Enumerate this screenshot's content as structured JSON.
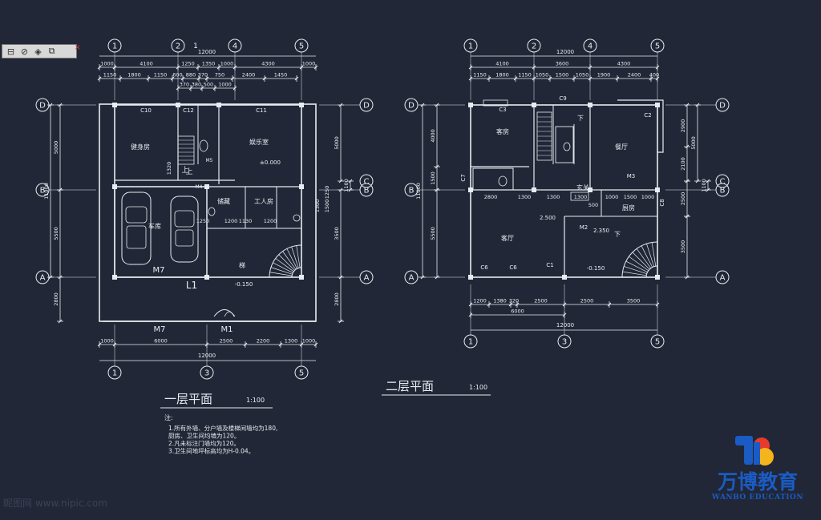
{
  "toolbar": {
    "icons": [
      "zoom-window-icon",
      "orbit-icon",
      "view-cube-icon",
      "layer-icon"
    ],
    "close_label": "×"
  },
  "plan1": {
    "title": "一层平面",
    "scale": "1:100",
    "axes_top": [
      "1",
      "2",
      "4",
      "5"
    ],
    "axis_half": "1",
    "axes_bottom": [
      "1",
      "3",
      "5"
    ],
    "axes_side": [
      "D",
      "C",
      "B",
      "A"
    ],
    "dims_total": "12000",
    "dims_top1": [
      "1000",
      "4100",
      "1250",
      "1350",
      "1000",
      "4300",
      "1000"
    ],
    "dims_top2": [
      "1150",
      "1800",
      "1150",
      "600",
      "880",
      "370",
      "750",
      "2400",
      "1450"
    ],
    "dims_top3": [
      "370",
      "380",
      "500",
      "1000"
    ],
    "dims_bottom": [
      "1000",
      "6000",
      "2500",
      "2200",
      "1300",
      "1000"
    ],
    "dims_left": [
      "5000",
      "11000",
      "5500",
      "2800"
    ],
    "dims_right": [
      "5000",
      "1100",
      "3500",
      "2800"
    ],
    "dims_inner": [
      "1320",
      "1250",
      "1200",
      "1130",
      "1200",
      "1300",
      "1250",
      "1500"
    ],
    "rooms": [
      "健身房",
      "娱乐室",
      "车库",
      "储藏",
      "工人房",
      "梯"
    ],
    "labels": [
      "C10",
      "C12",
      "C11",
      "M5",
      "M4",
      "M7",
      "M1",
      "L1",
      "上",
      "±0.000",
      "-0.150"
    ]
  },
  "plan2": {
    "title": "二层平面",
    "scale": "1:100",
    "axes_top": [
      "1",
      "2",
      "4",
      "5"
    ],
    "axes_bottom": [
      "1",
      "3",
      "5"
    ],
    "axes_side": [
      "D",
      "C",
      "B",
      "A"
    ],
    "dims_total": "12000",
    "dims_top1": [
      "4100",
      "3600",
      "4300"
    ],
    "dims_top2": [
      "1150",
      "1800",
      "1150",
      "1050",
      "1500",
      "1050",
      "1900",
      "2400",
      "400"
    ],
    "dims_bottom": [
      "1200",
      "1380",
      "320",
      "2500",
      "6000",
      "2500",
      "3500"
    ],
    "dims_left": [
      "4000",
      "1500",
      "11000",
      "5500"
    ],
    "dims_right": [
      "2900",
      "2100",
      "5000",
      "2500",
      "1100",
      "3500"
    ],
    "dims_inner": [
      "2800",
      "1300",
      "1300",
      "1300",
      "500",
      "1000",
      "1500",
      "1000"
    ],
    "rooms": [
      "客房",
      "餐厅",
      "客厅",
      "厨房",
      "玄关"
    ],
    "labels": [
      "C3",
      "C9",
      "C2",
      "C7",
      "C8",
      "M3",
      "M2",
      "C6",
      "C1",
      "2.500",
      "2.350",
      "-0.150",
      "下"
    ]
  },
  "notes": {
    "head": "注:",
    "lines": [
      "1.所有外墙、分户墙及楼梯间墙均为180,",
      "  厨房、卫生间均墙为120。",
      "2.凡未标注门墙均为120。",
      "3.卫生间地坪标高均为H-0.04。"
    ]
  },
  "logo": {
    "name": "万博教育",
    "english": "WANBO EDUCATION"
  },
  "watermark": "昵图网 www.nipic.com",
  "colors": {
    "background": "#212736",
    "lines": "#e8ecf2",
    "logo_blue": "#1a5bc4",
    "logo_red": "#e8392d",
    "logo_yellow": "#f3b51b"
  }
}
